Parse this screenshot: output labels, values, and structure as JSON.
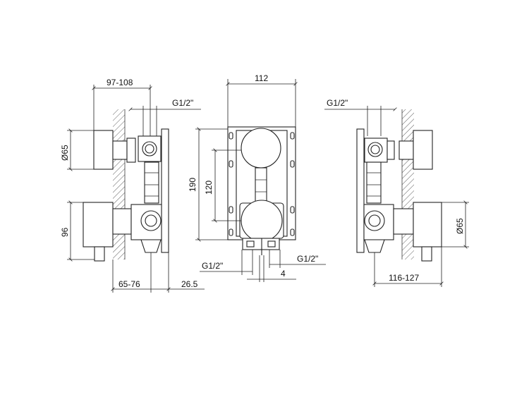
{
  "left_view": {
    "dim_top": "97-108",
    "dim_thread": "G1/2\"",
    "dim_diameter": "Ø65",
    "dim_height": "96",
    "dim_bottom_left": "65-76",
    "dim_bottom_right": "26.5"
  },
  "front_view": {
    "dim_width": "112",
    "dim_height_total": "190",
    "dim_height_centers": "120",
    "dim_thread_left": "G1/2\"",
    "dim_thread_right": "G1/2\"",
    "dim_offset": "4"
  },
  "right_view": {
    "dim_thread": "G1/2\"",
    "dim_diameter": "Ø65",
    "dim_bottom": "116-127"
  }
}
